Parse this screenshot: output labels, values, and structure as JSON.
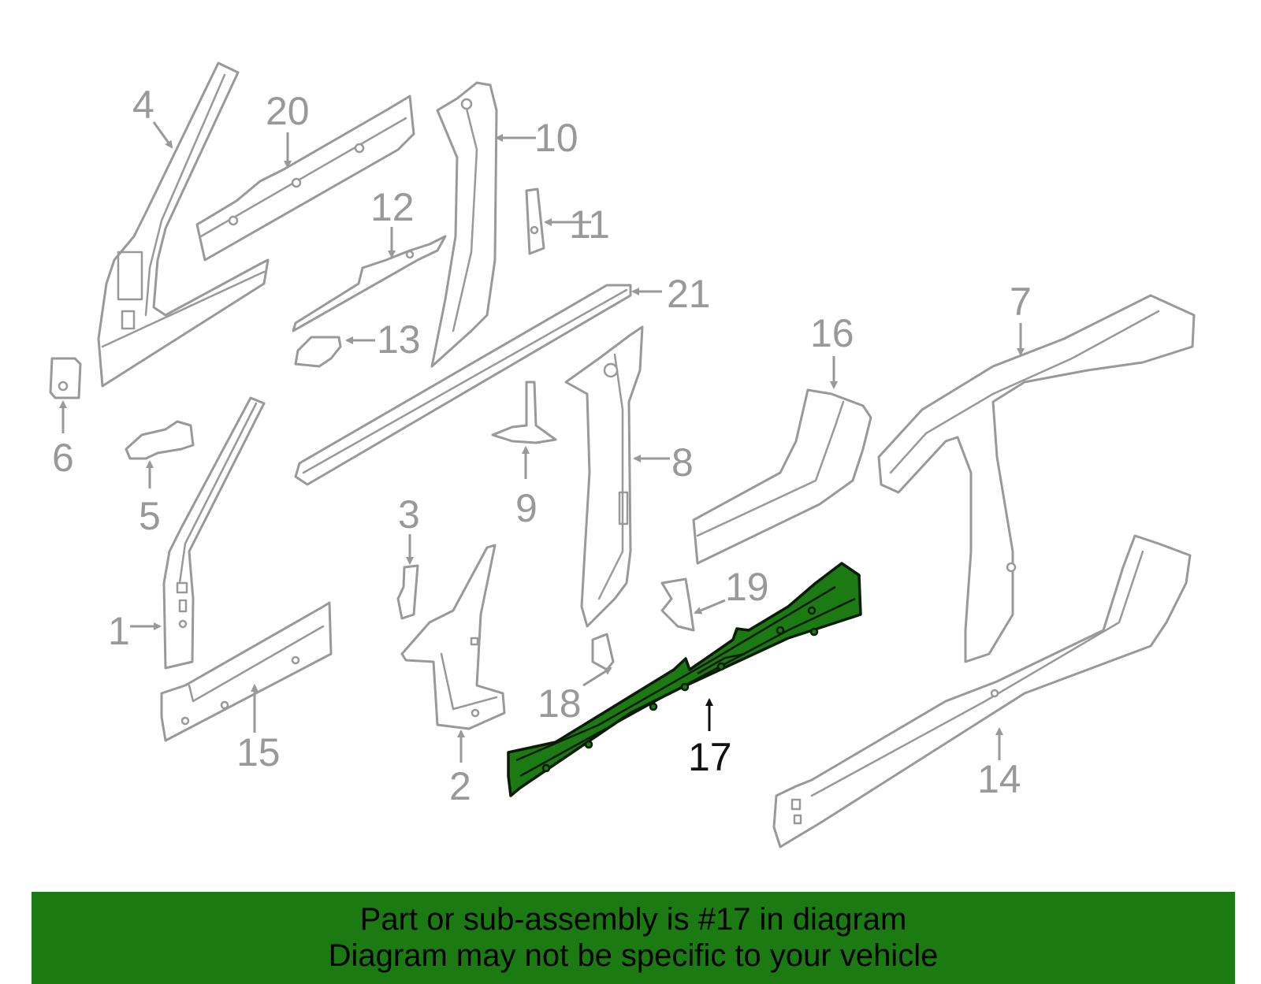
{
  "highlight_color": "#1c7a12",
  "part_color": "#999999",
  "callouts": {
    "c1": "1",
    "c2": "2",
    "c3": "3",
    "c4": "4",
    "c5": "5",
    "c6": "6",
    "c7": "7",
    "c8": "8",
    "c9": "9",
    "c10": "10",
    "c11": "11",
    "c12": "12",
    "c13": "13",
    "c14": "14",
    "c15": "15",
    "c16": "16",
    "c17": "17",
    "c18": "18",
    "c19": "19",
    "c20": "20",
    "c21": "21"
  },
  "highlighted_part": "17",
  "banner": {
    "line1": "Part or sub-assembly is #17 in diagram",
    "line2": "Diagram may not be specific to your vehicle"
  }
}
